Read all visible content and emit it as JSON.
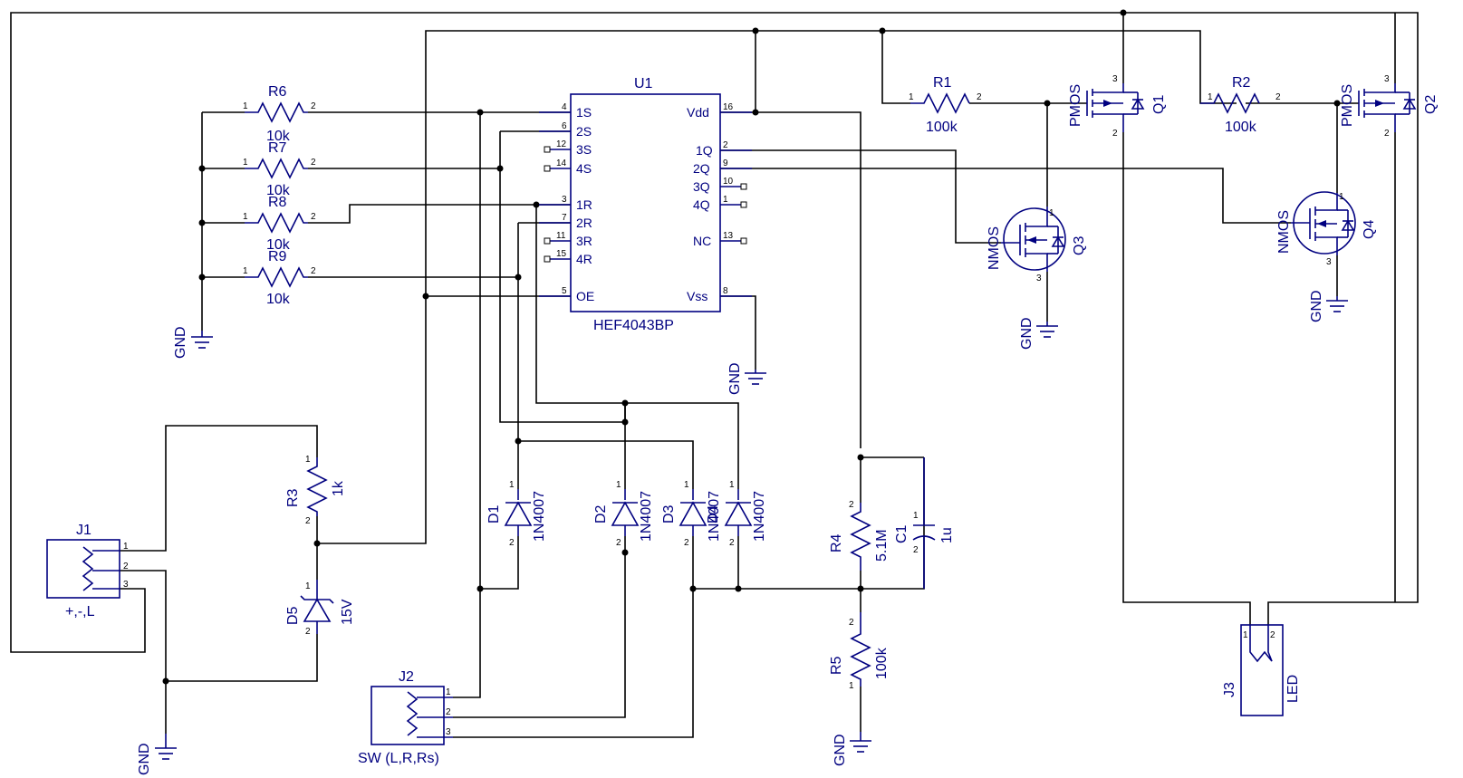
{
  "u1": {
    "ref": "U1",
    "part": "HEF4043BP",
    "left_pins": [
      {
        "num": "4",
        "name": "1S"
      },
      {
        "num": "6",
        "name": "2S"
      },
      {
        "num": "12",
        "name": "3S"
      },
      {
        "num": "14",
        "name": "4S"
      },
      {
        "num": "3",
        "name": "1R"
      },
      {
        "num": "7",
        "name": "2R"
      },
      {
        "num": "11",
        "name": "3R"
      },
      {
        "num": "15",
        "name": "4R"
      },
      {
        "num": "5",
        "name": "OE"
      }
    ],
    "right_pins": [
      {
        "num": "16",
        "name": "Vdd"
      },
      {
        "num": "2",
        "name": "1Q"
      },
      {
        "num": "9",
        "name": "2Q"
      },
      {
        "num": "10",
        "name": "3Q"
      },
      {
        "num": "1",
        "name": "4Q"
      },
      {
        "num": "13",
        "name": "NC"
      },
      {
        "num": "8",
        "name": "Vss"
      }
    ]
  },
  "resistors": [
    {
      "ref": "R6",
      "value": "10k"
    },
    {
      "ref": "R7",
      "value": "10k"
    },
    {
      "ref": "R8",
      "value": "10k"
    },
    {
      "ref": "R9",
      "value": "10k"
    },
    {
      "ref": "R1",
      "value": "100k"
    },
    {
      "ref": "R2",
      "value": "100k"
    },
    {
      "ref": "R3",
      "value": "1k"
    },
    {
      "ref": "R4",
      "value": "5.1M"
    },
    {
      "ref": "R5",
      "value": "100k"
    }
  ],
  "diodes": [
    {
      "ref": "D1",
      "value": "1N4007"
    },
    {
      "ref": "D2",
      "value": "1N4007"
    },
    {
      "ref": "D3",
      "value": "1N4007"
    },
    {
      "ref": "D4",
      "value": "1N4007"
    },
    {
      "ref": "D5",
      "value": "15V"
    }
  ],
  "capacitor": {
    "ref": "C1",
    "value": "1u"
  },
  "transistors": [
    {
      "ref": "Q1",
      "type": "PMOS"
    },
    {
      "ref": "Q2",
      "type": "PMOS"
    },
    {
      "ref": "Q3",
      "type": "NMOS"
    },
    {
      "ref": "Q4",
      "type": "NMOS"
    }
  ],
  "connectors": [
    {
      "ref": "J1",
      "label": "+,-,L"
    },
    {
      "ref": "J2",
      "label": "SW (L,R,Rs)"
    },
    {
      "ref": "J3",
      "label": "LED"
    }
  ],
  "pin_numbers": {
    "one": "1",
    "two": "2",
    "three": "3"
  },
  "gnd_label": "GND"
}
